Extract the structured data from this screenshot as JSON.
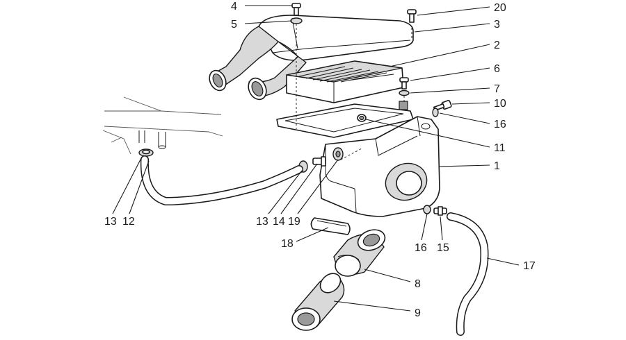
{
  "callouts": {
    "c4": "4",
    "c20": "20",
    "c5": "5",
    "c3": "3",
    "c2": "2",
    "c6": "6",
    "c7": "7",
    "c10": "10",
    "c16a": "16",
    "c11": "11",
    "c1": "1",
    "c13a": "13",
    "c12": "12",
    "c13b": "13",
    "c14": "14",
    "c19": "19",
    "c18": "18",
    "c16b": "16",
    "c15": "15",
    "c17": "17",
    "c8": "8",
    "c9": "9"
  },
  "colors": {
    "line": "#1a1a1a",
    "shade": "#d9d9d9",
    "background": "#ffffff"
  }
}
